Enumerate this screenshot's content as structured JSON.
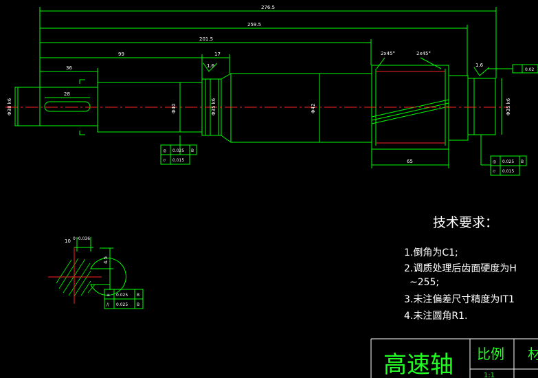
{
  "dimensions": {
    "total_length": "276.5",
    "length_2": "259.5",
    "length_3": "201.5",
    "length_4": "99",
    "length_5": "36",
    "keyway_length": "28",
    "shoulder_width": "17",
    "gear_width": "65",
    "chamfer_1": "2x45°",
    "chamfer_2": "2x45°",
    "dia_left_end": "Φ38 k6",
    "dia_step": "Φ40",
    "dia_bearing_left": "Φ35 k6",
    "dia_middle": "Φ42",
    "dia_bearing_right": "Φ35 k6",
    "roughness_left": "1.6",
    "roughness_right": "1.6",
    "runout_value": "0.02"
  },
  "tolerances": {
    "left": [
      {
        "symbol": "◎",
        "value": "0.025",
        "datum": "B"
      },
      {
        "symbol": "⌭",
        "value": "0.015",
        "datum": ""
      }
    ],
    "right": [
      {
        "symbol": "◎",
        "value": "0.025",
        "datum": "B"
      },
      {
        "symbol": "⌭",
        "value": "0.015",
        "datum": ""
      }
    ],
    "section": [
      {
        "symbol": "≡",
        "value": "0.025",
        "datum": "B"
      },
      {
        "symbol": "//",
        "value": "0.025",
        "datum": "B"
      }
    ]
  },
  "section": {
    "width_label": "10",
    "width_tol": "0\n-0.036",
    "depth_label": "4.5"
  },
  "requirements": {
    "title": "技术要求：",
    "items": [
      "1.倒角为C1;",
      "2.调质处理后齿面硬度为H",
      "~255;",
      "3.未注偏差尺寸精度为IT1",
      "4.未注圆角R1."
    ]
  },
  "title_block": {
    "part_name": "高速轴",
    "scale_label": "比例",
    "scale_value": "1:1",
    "material_label": "材"
  },
  "colors": {
    "outline": "#00ff00",
    "centerline": "#ff0000",
    "text": "#ffffff",
    "title_green": "#22ff22"
  }
}
